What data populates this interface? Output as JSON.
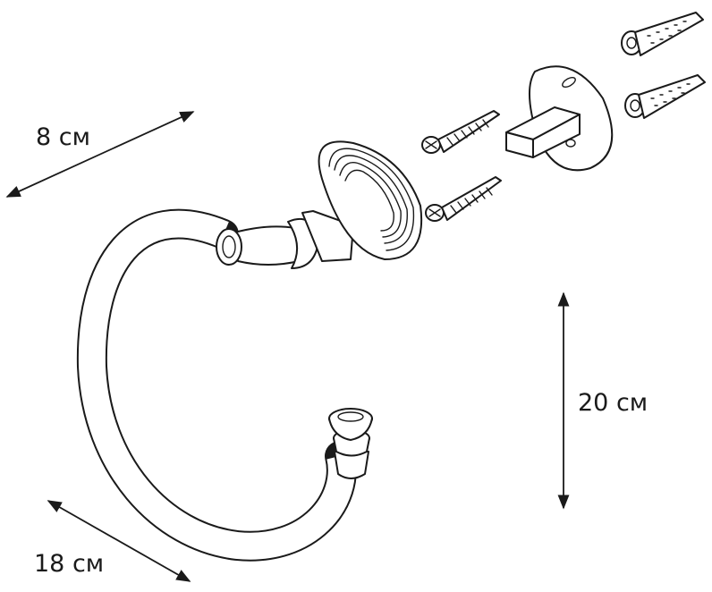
{
  "dimensions": {
    "depth": "8 см",
    "height": "20 см",
    "width": "18 см"
  },
  "colors": {
    "line": "#1a1a1a",
    "background": "#ffffff"
  }
}
